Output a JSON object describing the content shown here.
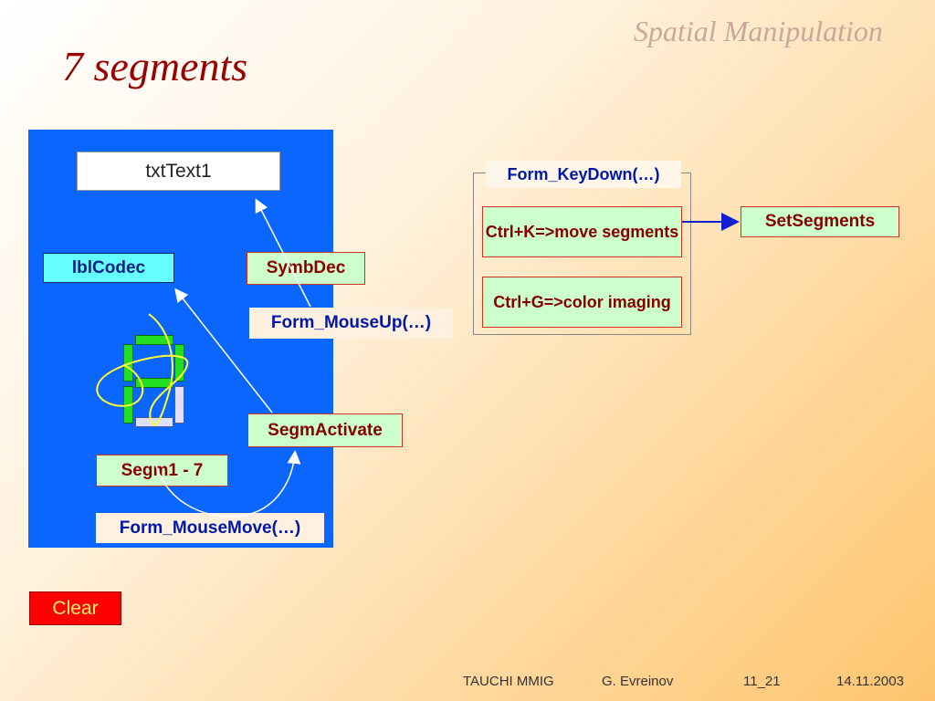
{
  "header": {
    "section_title": "Spatial Manipulation"
  },
  "slide": {
    "title": "7 segments"
  },
  "form": {
    "text_box": "txtText1",
    "label_codec": "lblCodec",
    "symb_dec": "SymbDec",
    "form_mouseup": "Form_MouseUp(…)",
    "segm_activate": "SegmActivate",
    "segm_range": "Segm1 - 7",
    "form_mousemove": "Form_MouseMove(…)"
  },
  "keyboard": {
    "form_keydown": "Form_KeyDown(…)",
    "ctrl_k": "Ctrl+K=>move segments",
    "ctrl_g": "Ctrl+G=>color imaging",
    "set_segments": "SetSegments"
  },
  "clear_button": "Clear",
  "footer": {
    "org": "TAUCHI MMIG",
    "author": "G. Evreinov",
    "page": "11_21",
    "date": "14.11.2003"
  },
  "colors": {
    "panel_blue": "#0b66ff",
    "title_red": "#990000",
    "segment_active": "#22dd22",
    "segment_inactive": "#dde0ff",
    "stroke_yellow": "#ffff33"
  }
}
